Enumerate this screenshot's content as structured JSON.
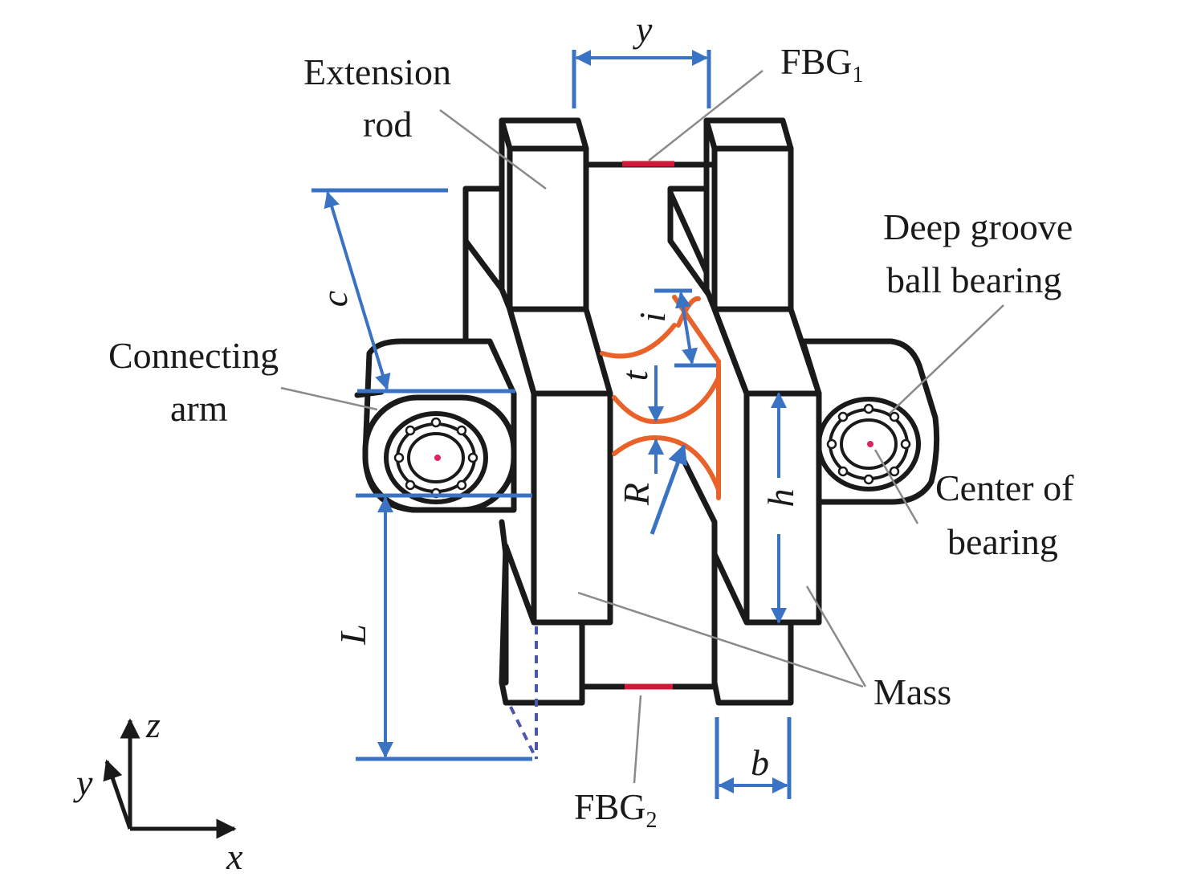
{
  "labels": {
    "extension_rod_line1": "Extension",
    "extension_rod_line2": "rod",
    "fbg1_main": "FBG",
    "fbg1_sub": "1",
    "fbg2_main": "FBG",
    "fbg2_sub": "2",
    "deep_groove_line1": "Deep groove",
    "deep_groove_line2": "ball bearing",
    "connecting_arm_line1": "Connecting",
    "connecting_arm_line2": "arm",
    "center_line1": "Center of",
    "center_line2": "bearing",
    "mass": "Mass"
  },
  "dimensions": {
    "y": "y",
    "c": "c",
    "i": "i",
    "t": "t",
    "R": "R",
    "h": "h",
    "L": "L",
    "b": "b"
  },
  "axes": {
    "z": "z",
    "y": "y",
    "x": "x"
  },
  "colors": {
    "outline": "#1a1a1a",
    "dimension": "#3a73c4",
    "hinge": "#e8622a",
    "grating": "#d11a3a",
    "leader": "#8a8a8a",
    "bearing_center": "#e0245e"
  }
}
